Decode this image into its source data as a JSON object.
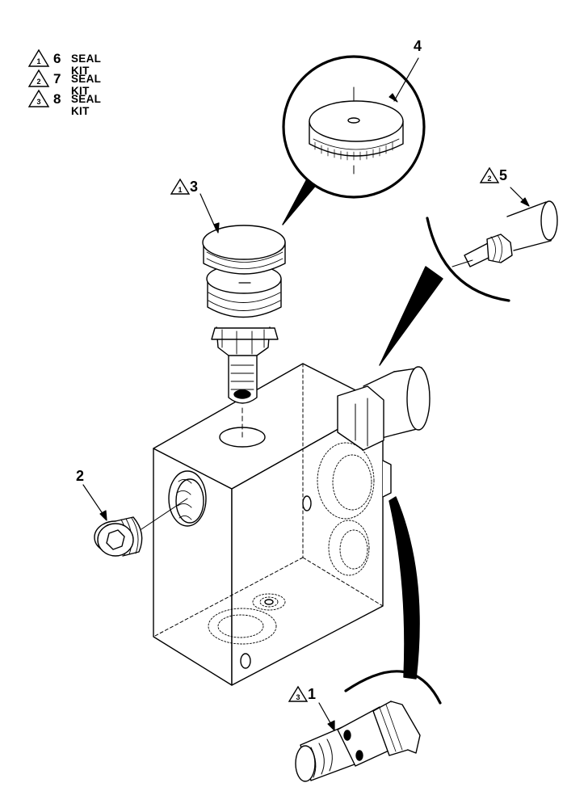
{
  "legend": [
    {
      "note": "1",
      "item": "6",
      "text": "SEAL KIT"
    },
    {
      "note": "2",
      "item": "7",
      "text": "SEAL KIT"
    },
    {
      "note": "3",
      "item": "8",
      "text": "SEAL KIT"
    }
  ],
  "callouts": {
    "c1": {
      "note": "3",
      "number": "1"
    },
    "c2": {
      "number": "2"
    },
    "c3": {
      "note": "1",
      "number": "3"
    },
    "c4": {
      "number": "4"
    },
    "c5": {
      "note": "2",
      "number": "5"
    }
  }
}
